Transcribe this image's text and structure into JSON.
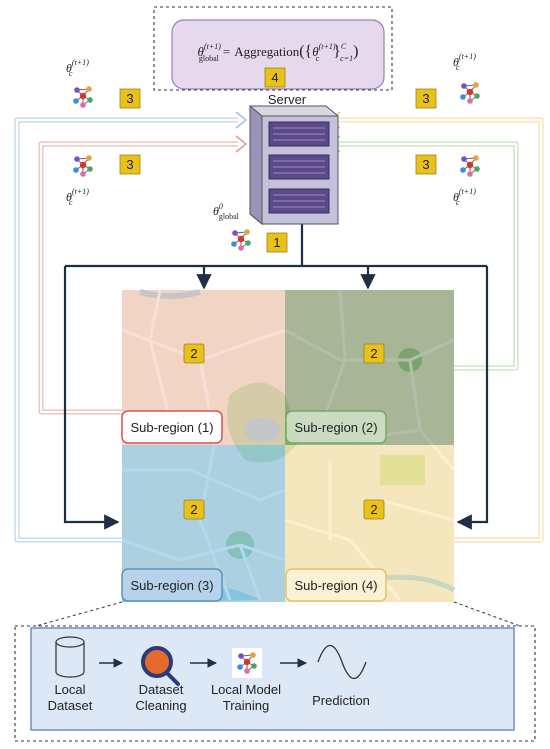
{
  "server": {
    "label": "Server"
  },
  "aggregation": {
    "formula": {
      "lhs_base": "θ",
      "lhs_sup": "(t+1)",
      "lhs_sub": "global",
      "equals": "=",
      "func": "Aggregation",
      "arg_base": "θ",
      "arg_sup": "(t+1)",
      "arg_sub": "c",
      "set_sup": "C",
      "set_sub": "c=1"
    },
    "step": "4"
  },
  "global_model": {
    "base": "θ",
    "sup": "0",
    "sub": "global",
    "step": "1"
  },
  "client_models": {
    "base": "θ",
    "sup": "(t+1)",
    "sub": "c",
    "step": "3"
  },
  "regions": [
    {
      "label": "Sub-region (1)",
      "step": "2",
      "color": "#d9534f"
    },
    {
      "label": "Sub-region (2)",
      "step": "2",
      "color": "#6aaa5a"
    },
    {
      "label": "Sub-region (3)",
      "step": "2",
      "color": "#5b8fb9"
    },
    {
      "label": "Sub-region (4)",
      "step": "2",
      "color": "#e3c26a"
    }
  ],
  "pipeline": {
    "steps": [
      {
        "line1": "Local",
        "line2": "Dataset"
      },
      {
        "line1": "Dataset",
        "line2": "Cleaning"
      },
      {
        "line1": "Local Model",
        "line2": "Training"
      },
      {
        "line1": "Prediction",
        "line2": ""
      }
    ]
  },
  "colors": {
    "badge": "#e8c21a",
    "aggregation_box": "#e6d9ee",
    "server": "#5b4a8a",
    "pipeline_bg": "#dde8f7",
    "arrow_dark": "#1f2f45"
  }
}
